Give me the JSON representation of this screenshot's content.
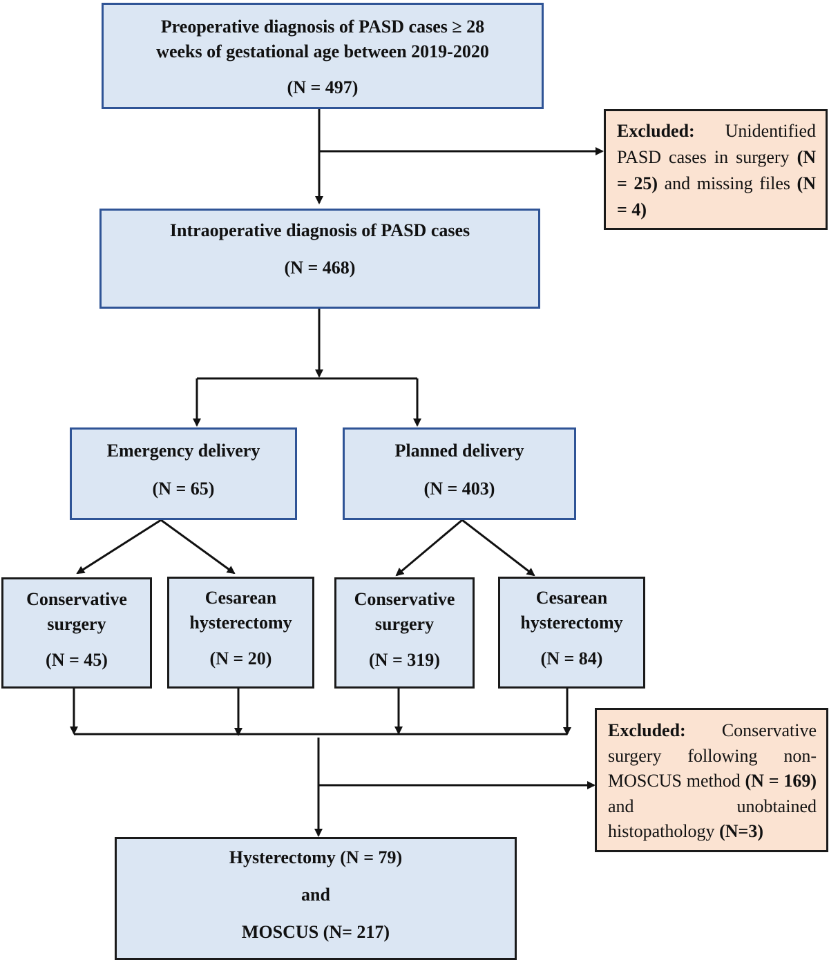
{
  "boxes": {
    "preop": {
      "line1": "Preoperative diagnosis of PASD cases ≥ 28",
      "line2": "weeks of gestational age between 2019-2020",
      "count": "(N = 497)"
    },
    "intraop": {
      "line1": "Intraoperative diagnosis of PASD cases",
      "count": "(N = 468)"
    },
    "emergency": {
      "line1": "Emergency delivery",
      "count": "(N = 65)"
    },
    "planned": {
      "line1": "Planned delivery",
      "count": "(N = 403)"
    },
    "emergency_conservative": {
      "line1": "Conservative",
      "line2": "surgery",
      "count": "(N = 45)"
    },
    "emergency_hysterectomy": {
      "line1": "Cesarean",
      "line2": "hysterectomy",
      "count": "(N = 20)"
    },
    "planned_conservative": {
      "line1": "Conservative",
      "line2": "surgery",
      "count": "(N = 319)"
    },
    "planned_hysterectomy": {
      "line1": "Cesarean",
      "line2": "hysterectomy",
      "count": "(N = 84)"
    },
    "final": {
      "line1": "Hysterectomy (N = 79)",
      "line2": "and",
      "line3": "MOSCUS (N= 217)"
    }
  },
  "exclusions": {
    "first": {
      "label": "Excluded:",
      "text1": " Unidentified PASD cases in surgery ",
      "n1": "(N = 25)",
      "text2": " and missing files ",
      "n2": "(N = 4)"
    },
    "second": {
      "label": "Excluded:",
      "text1": " Conservative surgery following non-MOSCUS method ",
      "n1": "(N = 169)",
      "text2": " and unobtained histopathology ",
      "n2": "(N=3)"
    }
  },
  "colors": {
    "box_fill": "#dbe6f3",
    "box_border": "#2f5496",
    "excluded_fill": "#fbe3d2",
    "line": "#111111"
  }
}
